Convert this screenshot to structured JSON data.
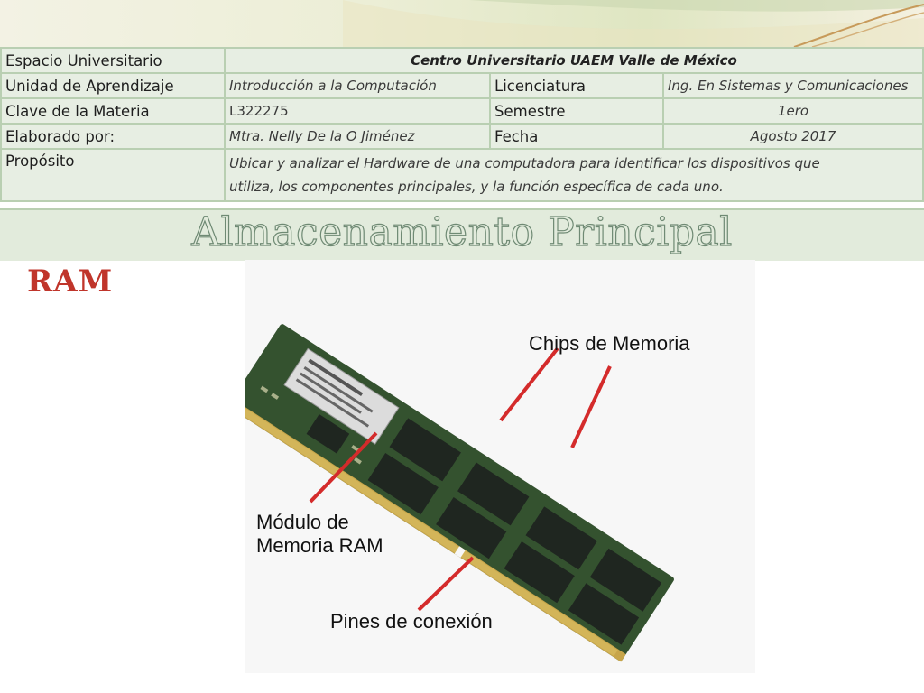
{
  "table": {
    "row1": {
      "label": "Espacio Universitario",
      "value": "Centro Universitario UAEM Valle de México"
    },
    "row2": {
      "label": "Unidad de Aprendizaje",
      "value": "Introducción a la Computación",
      "label2": "Licenciatura",
      "value2": "Ing. En Sistemas y Comunicaciones"
    },
    "row3": {
      "label": "Clave de la Materia",
      "value": "L322275",
      "label2": "Semestre",
      "value2": "1ero"
    },
    "row4": {
      "label": "Elaborado por:",
      "value": "Mtra. Nelly De la O Jiménez",
      "label2": "Fecha",
      "value2": "Agosto 2017"
    },
    "row5": {
      "label": "Propósito",
      "line1": "Ubicar y analizar el  Hardware de una computadora para identificar los dispositivos que",
      "line2": "utiliza, los componentes principales, y la función específica de cada uno."
    }
  },
  "slide": {
    "title": "Almacenamiento Principal",
    "subtitle": "RAM"
  },
  "figure": {
    "callouts": {
      "chips": "Chips de Memoria",
      "module_line1": "Módulo de",
      "module_line2": "Memoria RAM",
      "pins": "Pines de conexión"
    },
    "colors": {
      "pcb": "#2f4a2a",
      "chip": "#1f2620",
      "pointer": "#d42b2b",
      "accent_text": "#c0352b"
    }
  }
}
